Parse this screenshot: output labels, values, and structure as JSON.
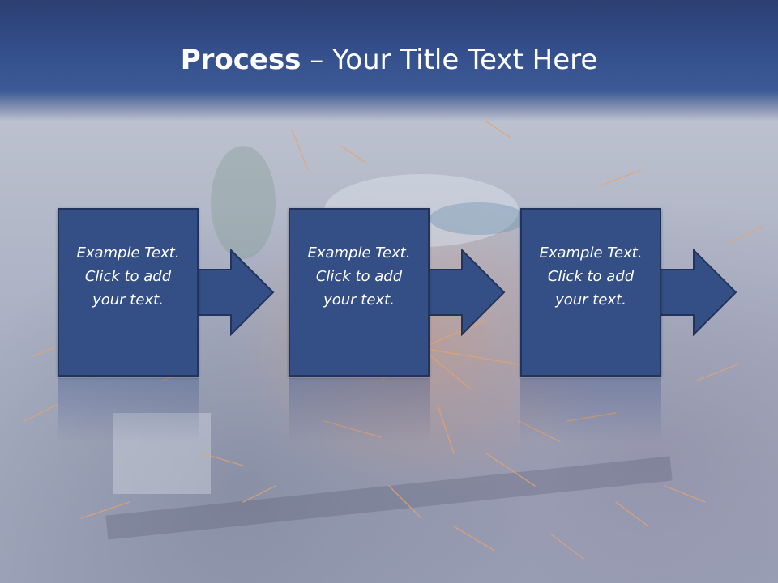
{
  "slide": {
    "title_bold": "Process",
    "title_rest": " – Your Title Text Here"
  },
  "process": {
    "steps": [
      {
        "line1": "Example Text.",
        "line2": "Click  to add",
        "line3": "your text."
      },
      {
        "line1": "Example Text.",
        "line2": "Click  to add",
        "line3": "your text."
      },
      {
        "line1": "Example Text.",
        "line2": "Click  to add",
        "line3": "your text."
      }
    ],
    "box_color": "#344e86",
    "arrow_color": "#344e86"
  },
  "colors": {
    "header": "#34508d",
    "title_text": "#ffffff"
  }
}
